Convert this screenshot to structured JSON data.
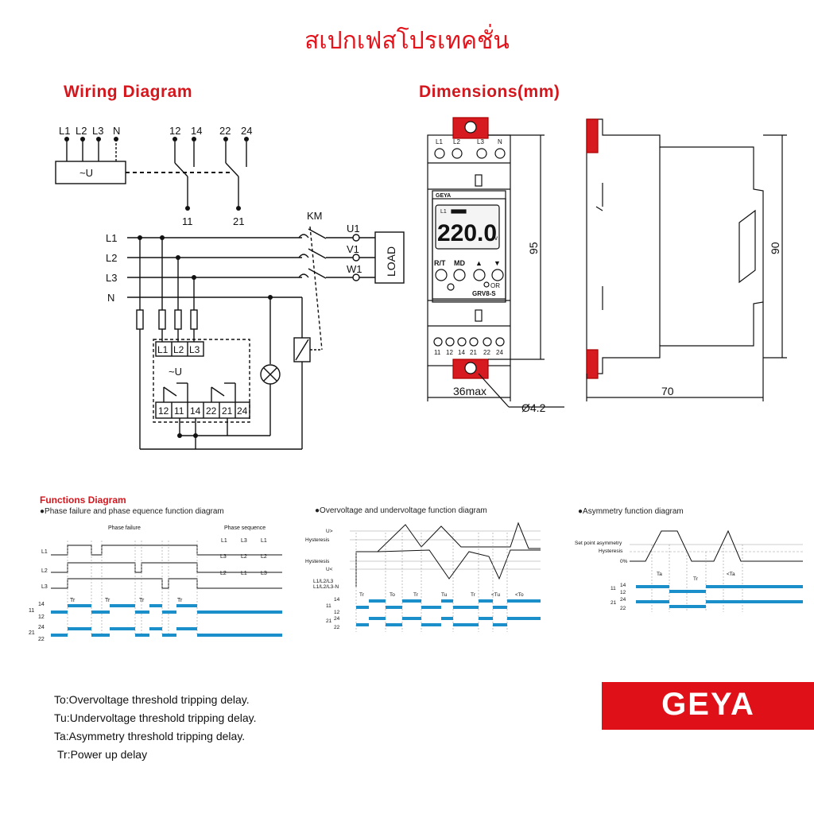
{
  "page": {
    "title": "สเปกเฟสโปรเทคชั่น",
    "wiring_title": "Wiring Diagram",
    "dimensions_title": "Dimensions(mm)",
    "functions_title": "Functions Diagram",
    "brand": "GEYA"
  },
  "wiring": {
    "terminals_top": [
      "L1",
      "L2",
      "L3",
      "N"
    ],
    "contacts_top": [
      "12",
      "14",
      "22",
      "24"
    ],
    "contacts_bottom": [
      "11",
      "21"
    ],
    "supply_label": "~U",
    "lines": [
      "L1",
      "L2",
      "L3",
      "N"
    ],
    "contactor": "KM",
    "load_terminals": [
      "U1",
      "V1",
      "W1"
    ],
    "load": "LOAD",
    "box_terminals": [
      "L1",
      "L2",
      "L3"
    ],
    "box_supply": "~U",
    "box_contacts": [
      "12",
      "11",
      "14",
      "22",
      "21",
      "24"
    ]
  },
  "dimensions": {
    "front_terminals_top": [
      "L1",
      "L2",
      "L3",
      "N"
    ],
    "front_terminals_bottom": [
      "11",
      "12",
      "14",
      "21",
      "22",
      "24"
    ],
    "display_value": "220.0",
    "display_unit": "v",
    "display_phase": "L1",
    "display_logo": "GEYA",
    "buttons": [
      "R/T",
      "MD",
      "▲",
      "▼"
    ],
    "or_label": "OR",
    "model": "GRV8-S",
    "width": "36max",
    "height_front": "95",
    "height_side": "90",
    "depth": "70",
    "hole": "Ø4.2"
  },
  "functions": {
    "phase": {
      "title": "●Phase failure and phase equence function diagram",
      "label_failure": "Phase failure",
      "label_sequence": "Phase sequence",
      "rows": [
        "L1",
        "L2",
        "L3"
      ],
      "contacts": [
        "14",
        "11",
        "12",
        "24",
        "21",
        "22"
      ],
      "delay": "Tr"
    },
    "voltage": {
      "title": "●Overvoltage and undervoltage function diagram",
      "labels": [
        "U>",
        "Hysteresis",
        "Hysteresis",
        "U<",
        "L1/L2/L3",
        "L1/L2/L3-N"
      ],
      "contacts": [
        "14",
        "11",
        "12",
        "24",
        "21",
        "22"
      ],
      "delays": [
        "Tr",
        "To",
        "Tr",
        "Tu",
        "Tr",
        "<Tu",
        "<To"
      ]
    },
    "asym": {
      "title": "●Asymmetry function diagram",
      "labels": [
        "Set point asymmetry",
        "Hysteresis",
        "0%"
      ],
      "contacts": [
        "14",
        "11",
        "12",
        "24",
        "21",
        "22"
      ],
      "delays": [
        "Ta",
        "Tr",
        "<Ta"
      ]
    }
  },
  "legend": [
    "To:Overvoltage threshold tripping delay.",
    "Tu:Undervoltage threshold tripping delay.",
    "Ta:Asymmetry threshold tripping delay.",
    "Tr:Power up delay"
  ],
  "colors": {
    "accent": "#e3141b",
    "signal": "#1a8fc9"
  }
}
